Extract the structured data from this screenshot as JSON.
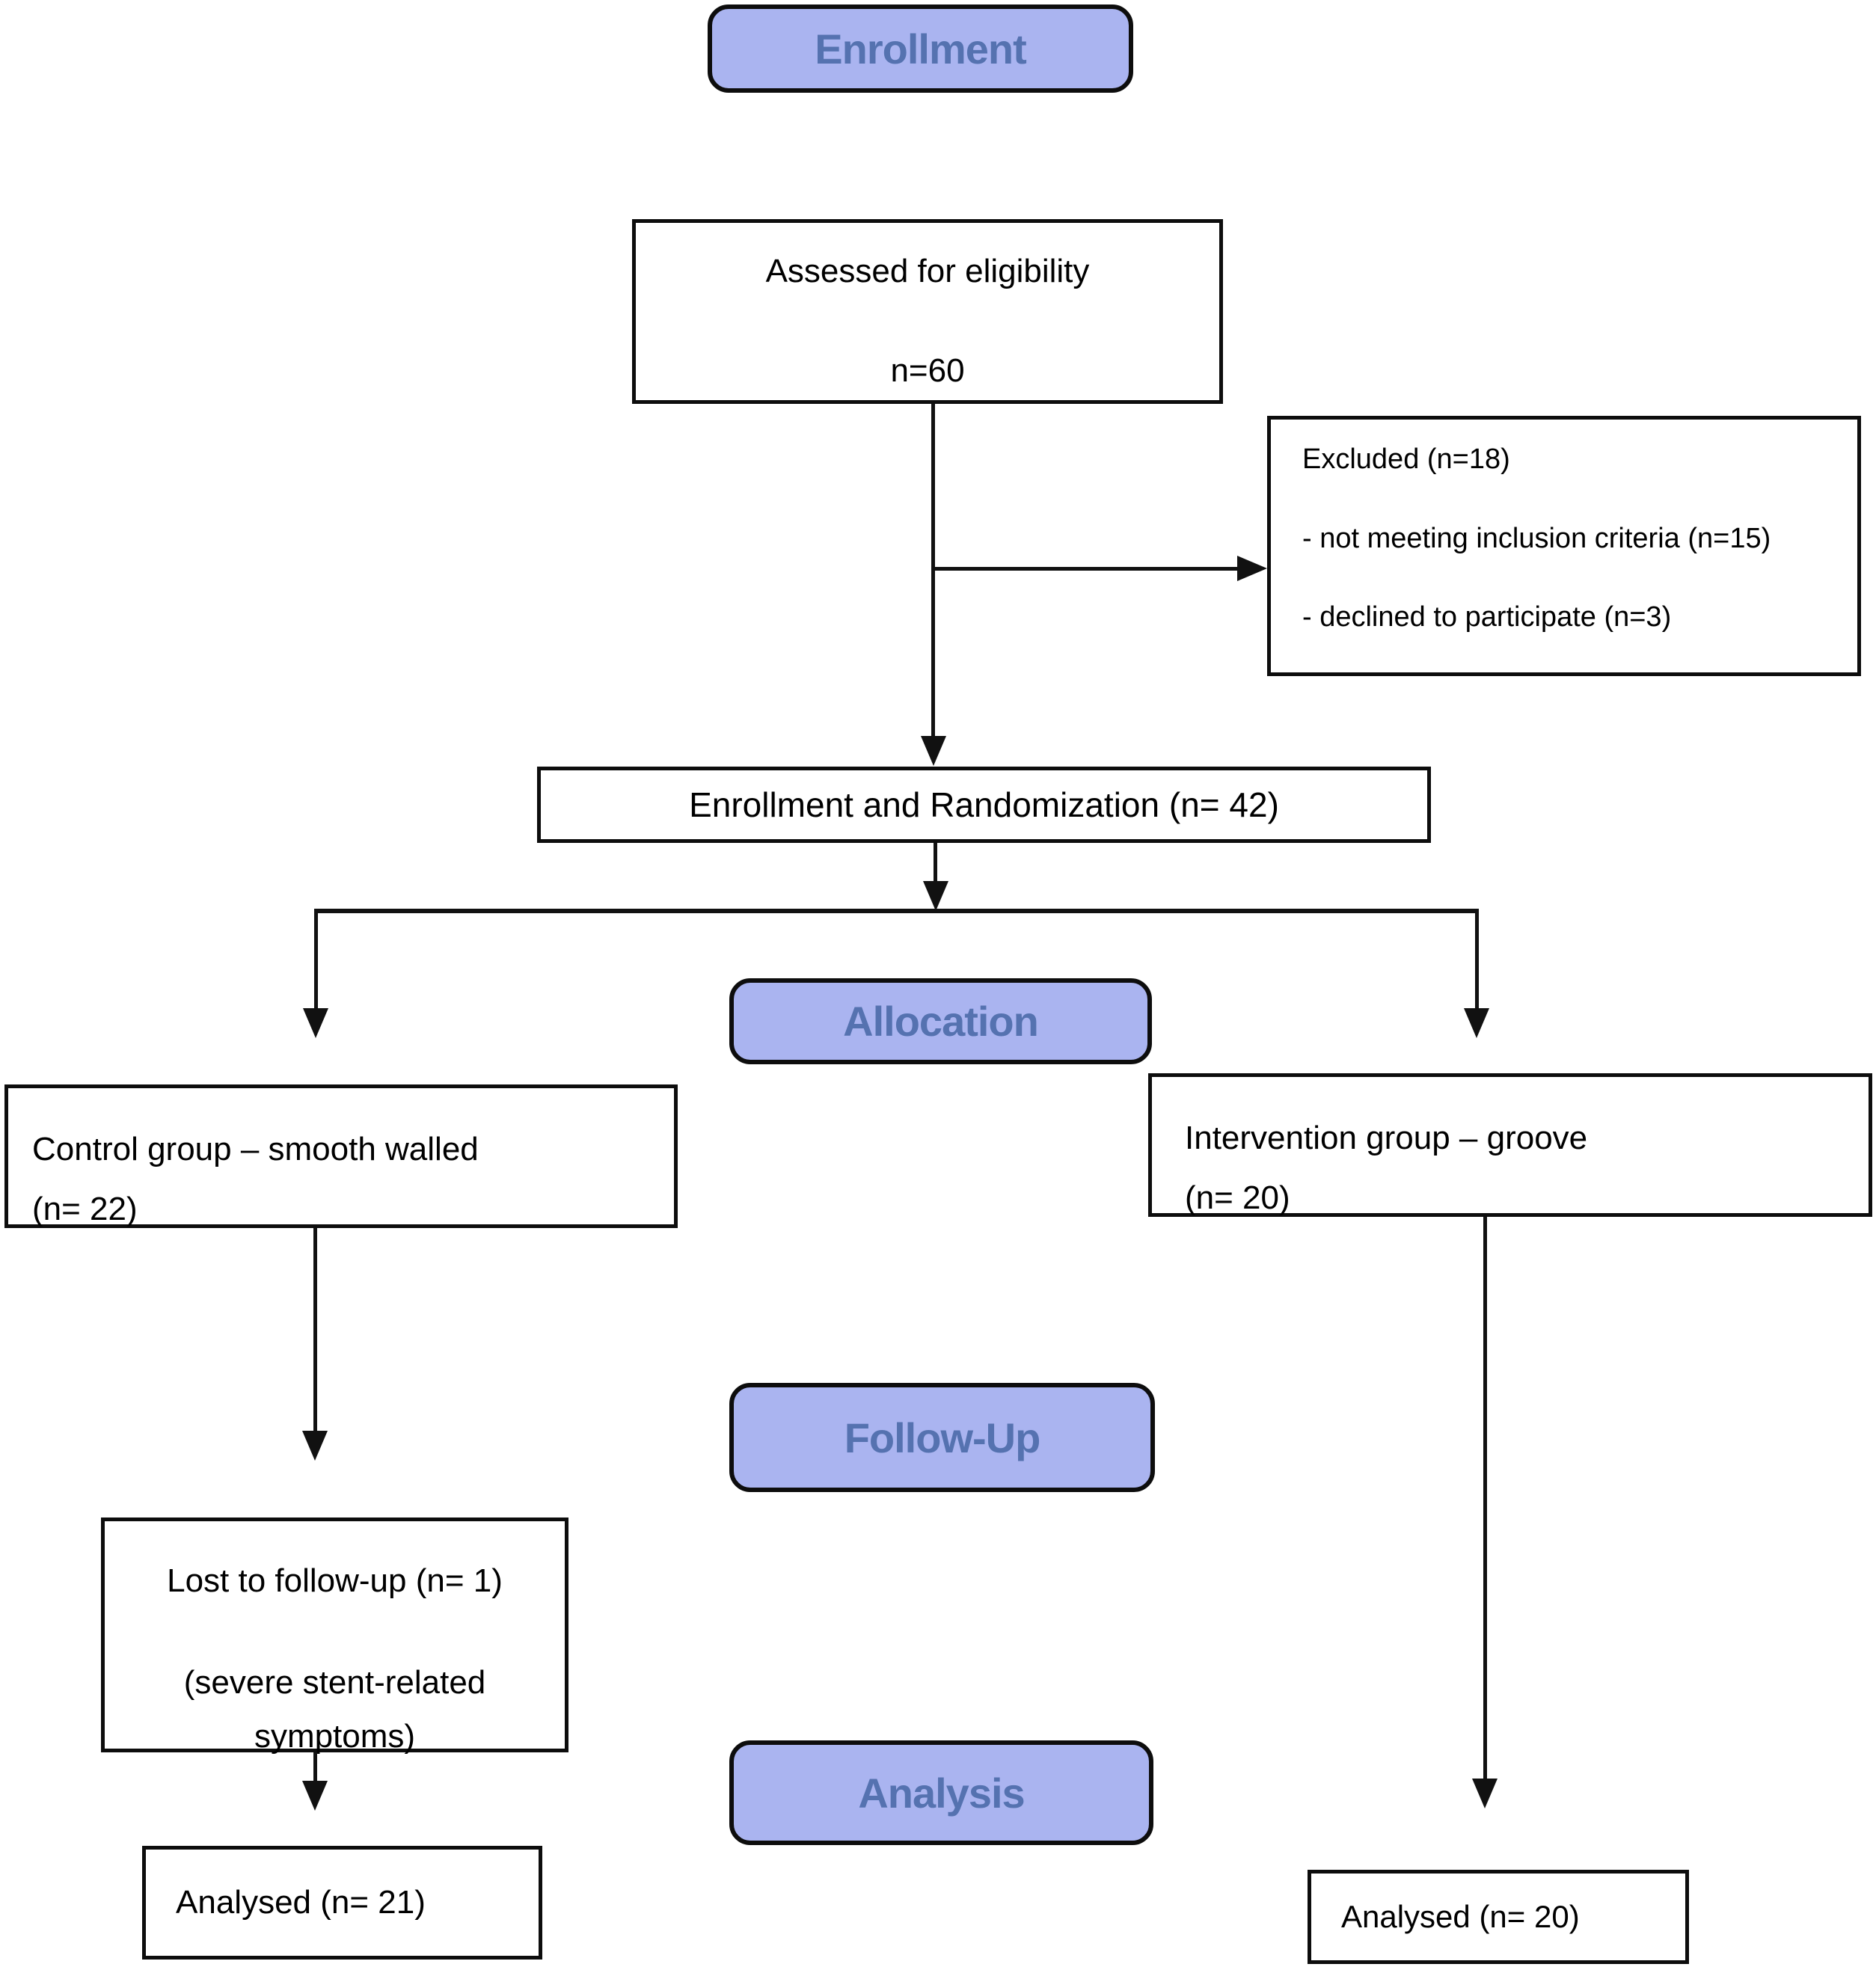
{
  "banners": {
    "enrollment": "Enrollment",
    "allocation": "Allocation",
    "follow_up": "Follow-Up",
    "analysis": "Analysis"
  },
  "boxes": {
    "assessed": {
      "line1": "Assessed for eligibility",
      "line2": "n=60"
    },
    "excluded": {
      "line1": "Excluded (n=18)",
      "line2": "- not meeting inclusion criteria (n=15)",
      "line3": "- declined to participate (n=3)"
    },
    "randomization": {
      "line1": "Enrollment and Randomization (n= 42)"
    },
    "control_group": {
      "line1": "Control group – smooth walled",
      "line2": "(n= 22)"
    },
    "intervention_group": {
      "line1": "Intervention group – groove",
      "line2": "(n= 20)"
    },
    "lost_to_followup": {
      "line1": "Lost to follow-up (n= 1)",
      "line2": "(severe stent-related",
      "line3": "symptoms)"
    },
    "analysed_control": {
      "line1": "Analysed (n= 21)"
    },
    "analysed_intervention": {
      "line1": "Analysed (n= 20)"
    }
  },
  "connections": [
    "assessed -> randomization",
    "assessed -> excluded",
    "randomization -> control_group",
    "randomization -> intervention_group",
    "control_group -> lost_to_followup",
    "lost_to_followup -> analysed_control",
    "intervention_group -> analysed_intervention"
  ],
  "colors": {
    "banner_fill": "#aab4f0",
    "banner_text": "#5572b0",
    "border": "#0d0d0d",
    "background": "#ffffff",
    "body_text": "#000000"
  }
}
